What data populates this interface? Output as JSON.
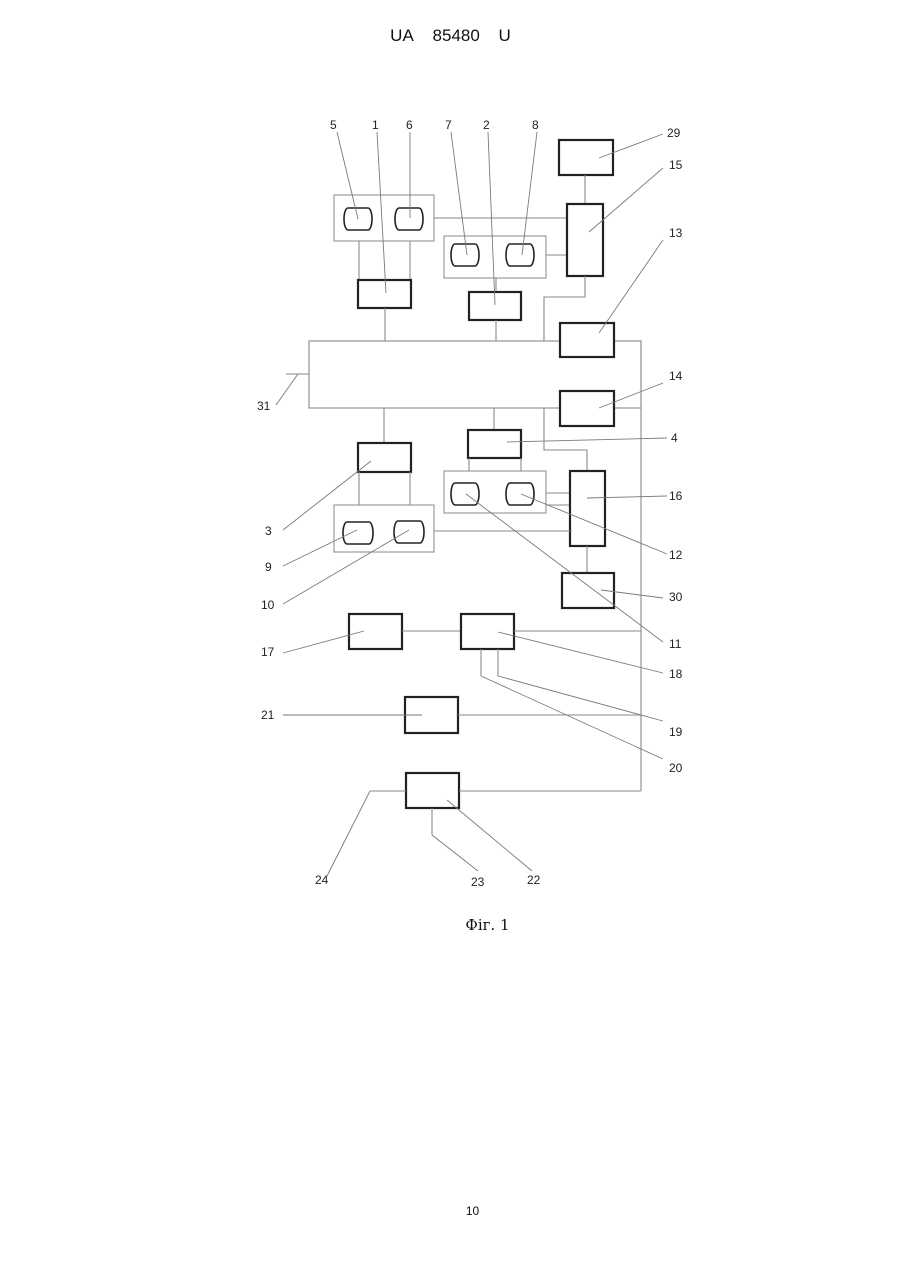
{
  "header": {
    "left": "UA",
    "middle": "85480",
    "right": "U"
  },
  "figure": {
    "caption": "Фіг. 1",
    "labels": {
      "l1": "1",
      "l2": "2",
      "l3": "3",
      "l4": "4",
      "l5": "5",
      "l6": "6",
      "l7": "7",
      "l8": "8",
      "l9": "9",
      "l10": "10",
      "l11": "11",
      "l12": "12",
      "l13": "13",
      "l14": "14",
      "l15": "15",
      "l16": "16",
      "l17": "17",
      "l18": "18",
      "l19": "19",
      "l20": "20",
      "l21": "21",
      "l22": "22",
      "l23": "23",
      "l24": "24",
      "l29": "29",
      "l30": "30",
      "l31": "31"
    }
  },
  "page_number": "10"
}
